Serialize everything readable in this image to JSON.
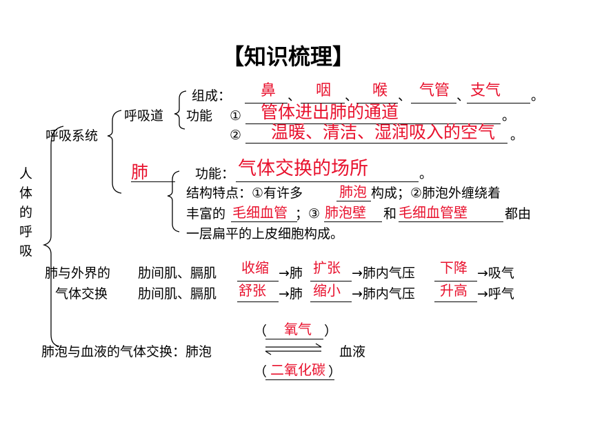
{
  "title": "【知识梳理】",
  "root": [
    "人",
    "体",
    "的",
    "呼",
    "吸"
  ],
  "respiratory_system": {
    "label": "呼吸系统",
    "airway": {
      "label": "呼吸道",
      "composition_label": "组成：",
      "composition_answers": [
        "鼻",
        "咽",
        "喉",
        "气管",
        "支气"
      ],
      "separators": [
        "、",
        "、",
        "、",
        "、",
        "。"
      ],
      "function_label": "功能",
      "function_1_marker": "①",
      "function_1_answer": "管体进出肺的通道",
      "function_1_end": "。",
      "function_2_marker": "②",
      "function_2_answer": "温暖、清洁、湿润吸入的空气",
      "function_2_end": "。"
    },
    "lung": {
      "answer": "肺",
      "function_label": "功能：",
      "function_answer": "气体交换的场所",
      "function_end": "。",
      "structure_line1_pre": "结构特点：①有许多",
      "structure_answer_1": "肺泡",
      "structure_line1_post": "构成；②肺泡外缠绕着",
      "structure_line2_pre": "丰富的",
      "structure_answer_2": "毛细血管",
      "structure_sep": "；③",
      "structure_answer_3": "肺泡壁",
      "structure_and": "和",
      "structure_answer_4": "毛细血管壁",
      "structure_line2_post": "都由",
      "structure_line3": "一层扁平的上皮细胞构成。"
    }
  },
  "external_exchange": {
    "label_line1": "肺与外界的",
    "label_line2": "气体交换",
    "row1": {
      "muscle": "肋间肌、膈肌",
      "muscle_answer": "收缩",
      "arrow1": "→肺",
      "lung_answer": "扩张",
      "arrow2": "→肺内气压",
      "pressure_answer": "下降",
      "result": "→吸气"
    },
    "row2": {
      "muscle": "肋间肌、膈肌",
      "muscle_answer": "舒张",
      "arrow1": "→肺",
      "lung_answer": "缩小",
      "arrow2": "→肺内气压",
      "pressure_answer": "升高",
      "result": "→呼气"
    }
  },
  "alveolar_exchange": {
    "label": "肺泡与血液的气体交换：肺泡",
    "target": "血液",
    "paren_open": "（",
    "paren_close": "）",
    "top_answer": "氧气",
    "bottom_answer": "二氧化碳"
  },
  "colors": {
    "answer": "#e8112d",
    "text": "#000000"
  }
}
